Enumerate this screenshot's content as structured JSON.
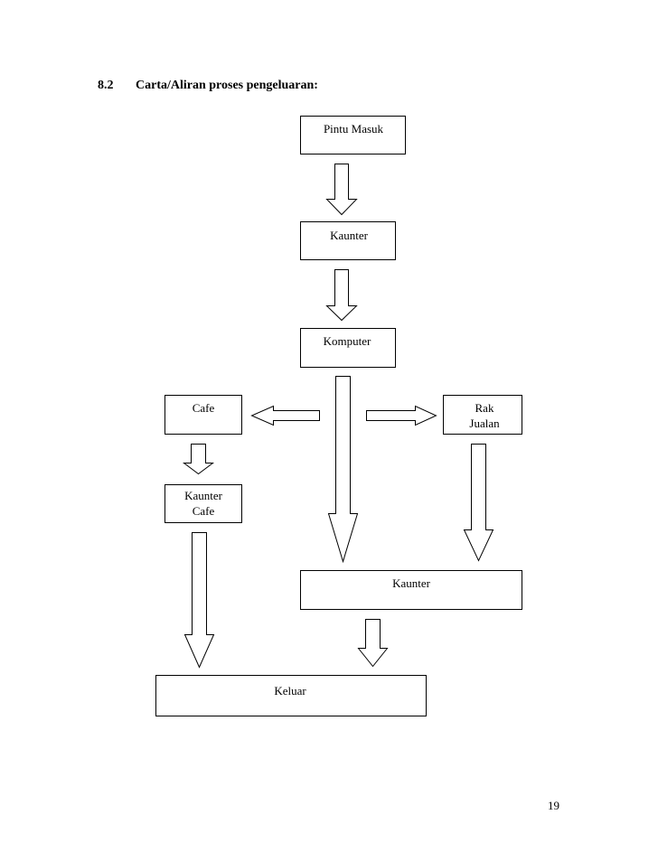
{
  "heading": {
    "number": "8.2",
    "title": "Carta/Aliran proses pengeluaran:"
  },
  "nodes": {
    "pintu_masuk": "Pintu Masuk",
    "kaunter_1": "Kaunter",
    "komputer": "Komputer",
    "cafe": "Cafe",
    "rak_jualan_line1": "Rak",
    "rak_jualan_line2": "Jualan",
    "kaunter_cafe_line1": "Kaunter",
    "kaunter_cafe_line2": "Cafe",
    "kaunter_2": "Kaunter",
    "keluar": "Keluar"
  },
  "page_number": "19"
}
